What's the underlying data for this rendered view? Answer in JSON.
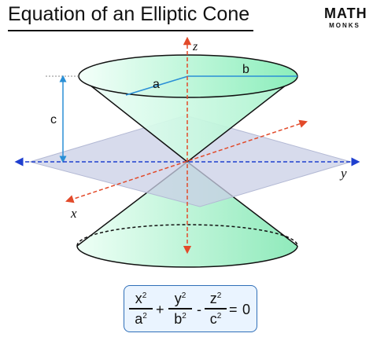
{
  "title": "Equation of an Elliptic Cone",
  "logo": {
    "line1": "MATH",
    "line2": "MONKS"
  },
  "diagram": {
    "axis_z": "z",
    "axis_y": "y",
    "axis_x": "x",
    "label_a": "a",
    "label_b": "b",
    "label_c": "c"
  },
  "equation": {
    "term1_num": "x",
    "term1_den": "a",
    "op1": "+",
    "term2_num": "y",
    "term2_den": "b",
    "op2": "-",
    "term3_num": "z",
    "term3_den": "c",
    "exponent": "2",
    "equals": "=",
    "rhs": "0"
  },
  "colors": {
    "cone_fill_light": "#e9fff3",
    "cone_fill_dark": "#9ff0c4",
    "axis_blue": "#1f3fcf",
    "axis_red": "#e24a2a",
    "plane_fill": "#c9cfe6",
    "accent_blue": "#2a8fd6"
  }
}
